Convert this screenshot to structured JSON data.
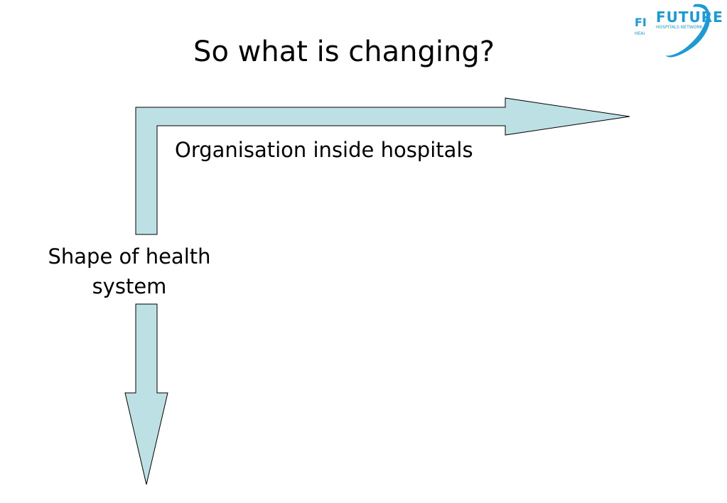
{
  "slide": {
    "title": "So what is changing?",
    "horizontal_label": "Organisation inside hospitals",
    "vertical_label_line1": "Shape of health",
    "vertical_label_line2": "system"
  },
  "logo": {
    "brand": "FUTURE",
    "prefix": "FI",
    "tagline": "HOSPITALS NETWORK",
    "sub": "HEAI",
    "color": "#1a9bd7"
  },
  "colors": {
    "arrow_fill": "#bde0e4",
    "arrow_stroke": "#000000"
  }
}
